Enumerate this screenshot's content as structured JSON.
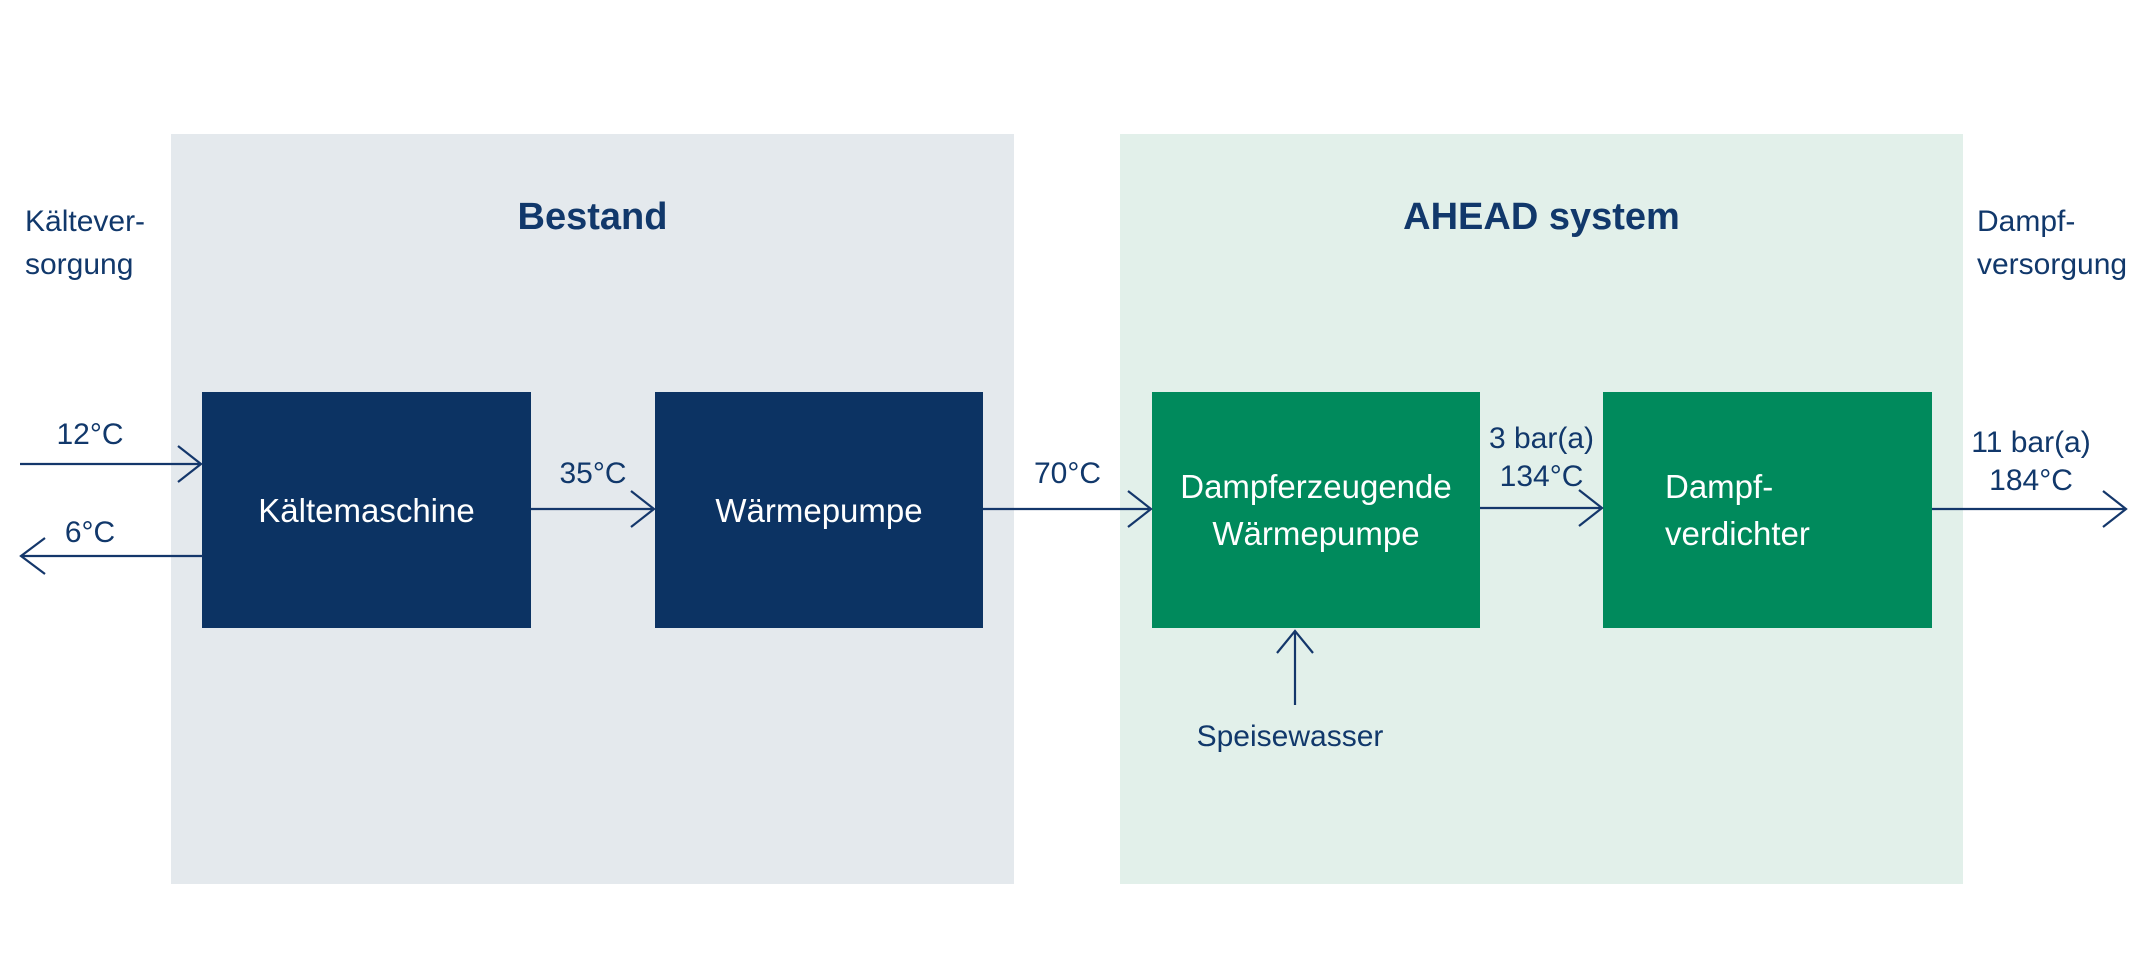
{
  "diagram": {
    "external_labels": {
      "left": {
        "line1": "Kältever-",
        "line2": "sorgung"
      },
      "right": {
        "line1": "Dampf-",
        "line2": "versorgung"
      }
    },
    "panels": [
      {
        "title": "Bestand",
        "boxes": [
          {
            "label": "Kältemaschine"
          },
          {
            "label": "Wärmepumpe"
          }
        ]
      },
      {
        "title": "AHEAD system",
        "boxes": [
          {
            "line1": "Dampferzeugende",
            "line2": "Wärmepumpe"
          },
          {
            "line1": "Dampf-",
            "line2": "verdichter"
          }
        ]
      }
    ],
    "flow_labels": {
      "chilled_supply_in": "12°C",
      "chilled_supply_out": "6°C",
      "bestand_intermediate": "35°C",
      "bestand_to_ahead": "70°C",
      "intermediate_steam": {
        "line1": "3 bar(a)",
        "line2": "134°C"
      },
      "output_steam": {
        "line1": "11 bar(a)",
        "line2": "184°C"
      },
      "feedwater": "Speisewasser"
    },
    "colors": {
      "navy_box": "#0C3363",
      "green_box": "#008A5C",
      "panel_gray": "#E4E9ED",
      "panel_light_green": "#E2F0EA",
      "text_and_lines": "#11386B"
    }
  }
}
